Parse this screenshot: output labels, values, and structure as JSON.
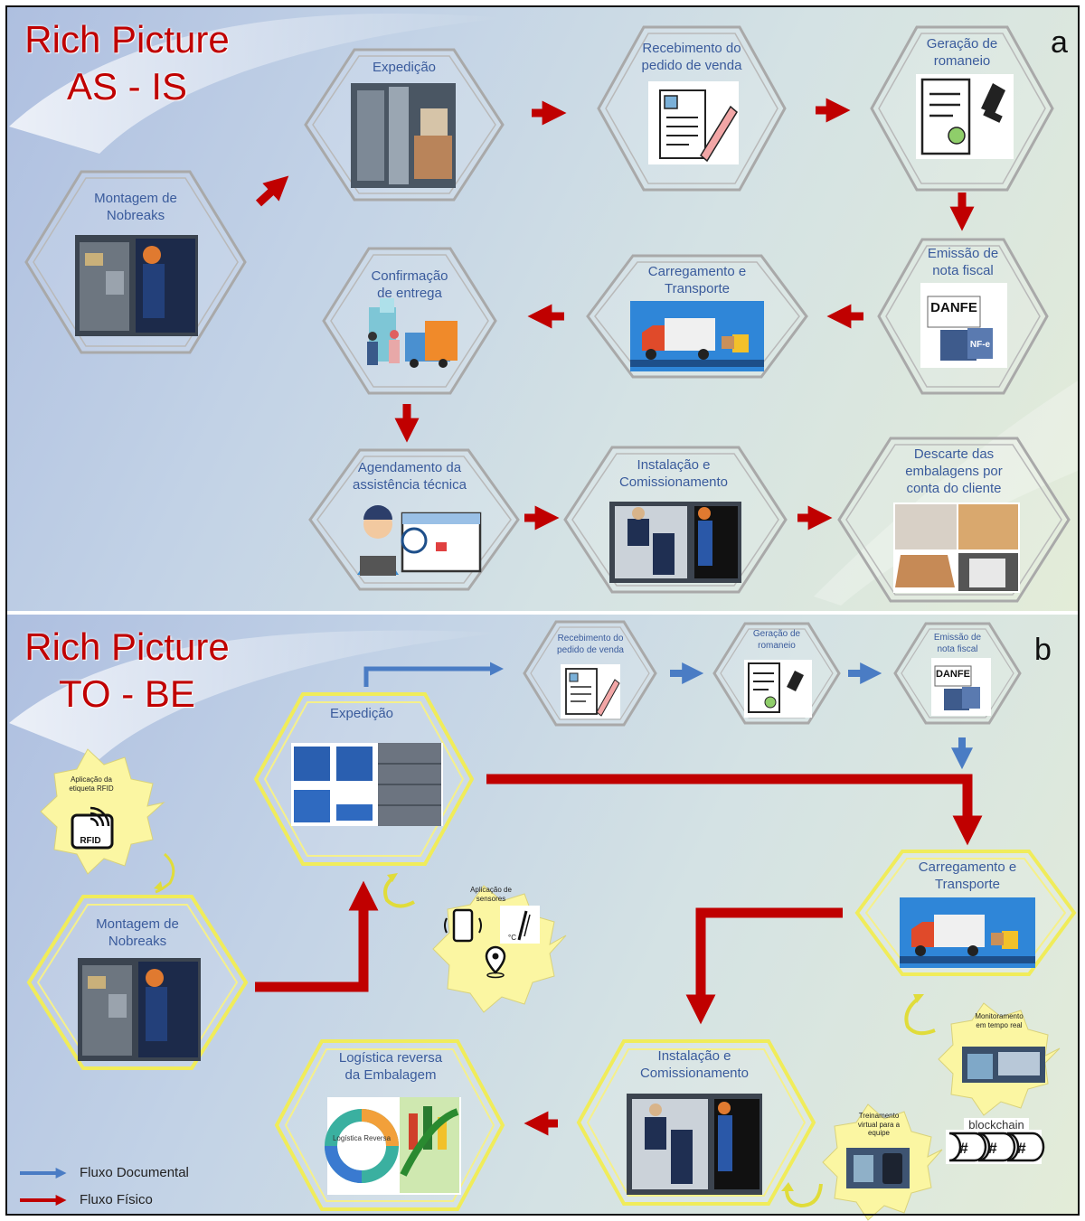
{
  "panel_a": {
    "title_line1": "Rich Picture",
    "title_line2": "AS - IS",
    "letter": "a",
    "steps": {
      "montagem": "Montagem de\nNobreaks",
      "expedicao": "Expedição",
      "recebimento": "Recebimento do\npedido de venda",
      "geracao": "Geração de\nromaneio",
      "emissao": "Emissão de\nnota fiscal",
      "carregamento": "Carregamento e\nTransporte",
      "confirmacao": "Confirmação\nde entrega",
      "agendamento": "Agendamento da\nassistência técnica",
      "instalacao": "Instalação e\nComissionamento",
      "descarte": "Descarte das\nembalagens por\nconta do cliente"
    },
    "danfe_text": "DANFE",
    "nfe_text": "NF-e"
  },
  "panel_b": {
    "title_line1": "Rich Picture",
    "title_line2": "TO - BE",
    "letter": "b",
    "steps": {
      "recebimento": "Recebimento do\npedido de venda",
      "geracao": "Geração de\nromaneio",
      "emissao": "Emissão de\nnota fiscal",
      "expedicao": "Expedição",
      "montagem": "Montagem de\nNobreaks",
      "carregamento": "Carregamento e\nTransporte",
      "instalacao": "Instalação e\nComissionamento",
      "logistica": "Logística reversa\nda Embalagem"
    },
    "badges": {
      "rfid": "Aplicação da\netiqueta RFID",
      "rfid_icon_text": "RFID",
      "sensores": "Aplicação de\nsensores",
      "monitoramento": "Monitoramento\nem tempo real",
      "treinamento": "Treinamento\nvirtual para a\nequipe"
    },
    "blockchain_label": "blockchain",
    "blockchain_symbol": "#",
    "danfe_text": "DANFE",
    "reversa_text": "Logística\nReversa"
  },
  "legend": {
    "documental": "Fluxo Documental",
    "fisico": "Fluxo Físico"
  },
  "colors": {
    "title": "#c00000",
    "label": "#3a5b9c",
    "physical_flow": "#c00000",
    "document_flow": "#4a7cc4",
    "hex_gray": "#a9a9a9",
    "hex_yellow": "#f0ec5a",
    "badge_fill": "#fbf6a2"
  }
}
